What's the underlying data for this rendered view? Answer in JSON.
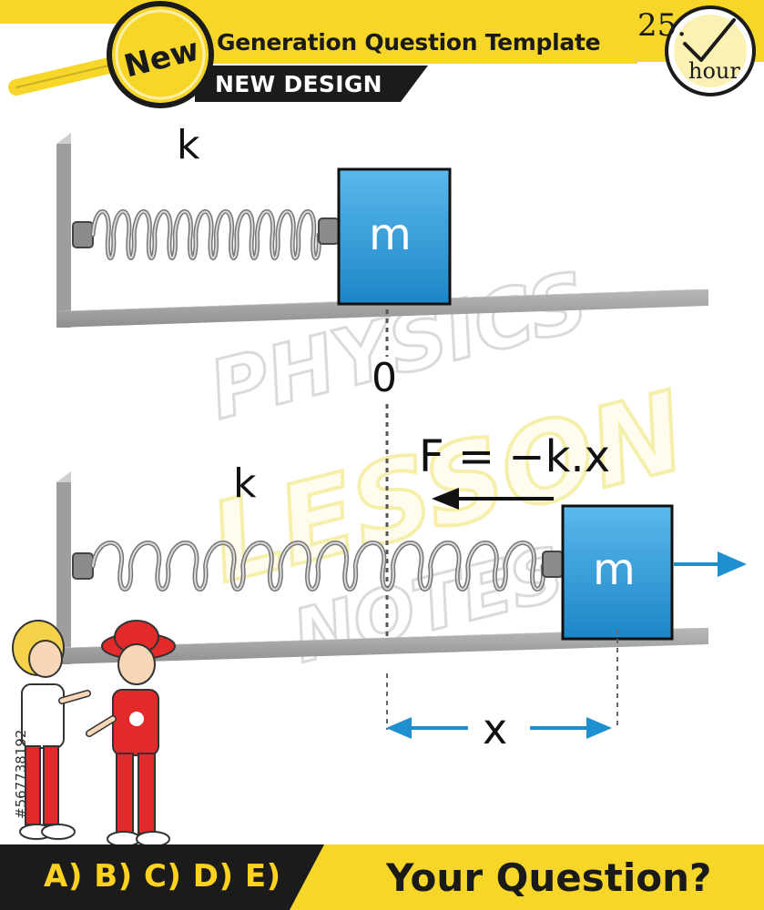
{
  "header": {
    "badge": "New",
    "title": "Generation Question Template",
    "subtitle": "NEW DESIGN",
    "hour_number": "25.",
    "hour_label": "hour",
    "accent_color": "#f7d62a",
    "bar_color": "#1b1b1b"
  },
  "diagram": {
    "top": {
      "spring_label": "k",
      "mass_label": "m",
      "origin_label": "0"
    },
    "bottom": {
      "spring_label": "k",
      "mass_label": "m",
      "force_equation": "F = −k.x",
      "displacement_label": "x"
    },
    "mass_color": "#2e9fdc",
    "arrow_color": "#1e8fcf",
    "floor_color": "#a9a9a9"
  },
  "footer": {
    "answers": "A) B) C) D) E)",
    "question": "Your Question?"
  },
  "watermark": {
    "line1": "PHYSICS",
    "line2": "LESSON",
    "line3": "NOTES"
  },
  "stock_id": "#567738192"
}
